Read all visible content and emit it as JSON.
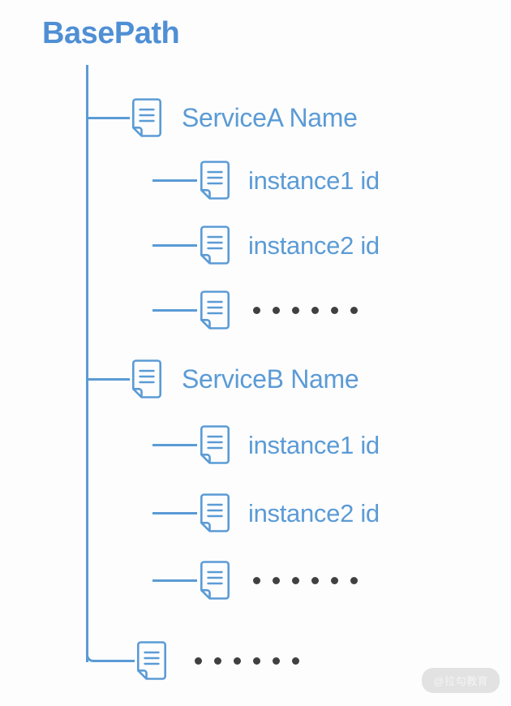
{
  "diagram": {
    "title": "BasePath",
    "colors": {
      "accent_blue": "#5b9bd5",
      "title_blue": "#4f8fd4",
      "dot_gray": "#404040",
      "background": "#fdfdfe",
      "watermark_bg": "#e2e2e2"
    },
    "nodes": [
      {
        "id": "serviceA",
        "label": "ServiceA Name",
        "icon": "document-icon",
        "children": [
          {
            "id": "serviceA-instance1",
            "label": "instance1 id",
            "icon": "document-icon",
            "type": "text"
          },
          {
            "id": "serviceA-instance2",
            "label": "instance2 id",
            "icon": "document-icon",
            "type": "text"
          },
          {
            "id": "serviceA-more",
            "label": "",
            "icon": "document-icon",
            "type": "ellipsis",
            "dot_count": 6
          }
        ]
      },
      {
        "id": "serviceB",
        "label": "ServiceB Name",
        "icon": "document-icon",
        "children": [
          {
            "id": "serviceB-instance1",
            "label": "instance1 id",
            "icon": "document-icon",
            "type": "text"
          },
          {
            "id": "serviceB-instance2",
            "label": "instance2 id",
            "icon": "document-icon",
            "type": "text"
          },
          {
            "id": "serviceB-more",
            "label": "",
            "icon": "document-icon",
            "type": "ellipsis",
            "dot_count": 6
          }
        ]
      },
      {
        "id": "more-services",
        "label": "",
        "icon": "document-icon",
        "type": "ellipsis",
        "dot_count": 6,
        "children": []
      }
    ]
  },
  "watermark": {
    "text": "@拉勾教育"
  }
}
